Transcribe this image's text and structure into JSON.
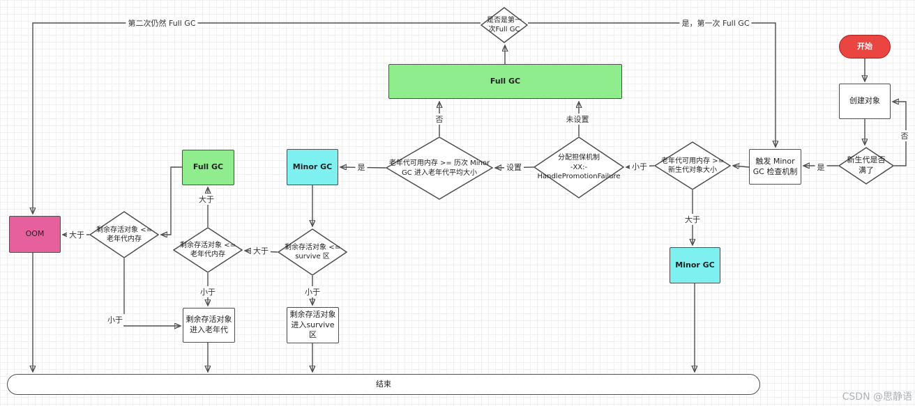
{
  "watermark": "CSDN @思静语",
  "colors": {
    "start_fill": "#ea4540",
    "full_gc_fill": "#90ed8e",
    "minor_gc_fill": "#7ef0f0",
    "oom_fill": "#e7609e",
    "connector_line": "#4d4d4d"
  },
  "nodes": {
    "start": {
      "label": "开始"
    },
    "create_object": {
      "label": "创建对象"
    },
    "young_gen_full": {
      "label": "新生代是否\n满了"
    },
    "trigger_minor": {
      "label": "触发 Minor\nGC 检查机制"
    },
    "old_mem_gte_young": {
      "label": "老年代可用内存 >=\n新生代对象大小"
    },
    "promotion_guarantee": {
      "label": "分配担保机制\n-XX:-\nHandlePromotionFailure"
    },
    "old_mem_gte_avg": {
      "label": "老年代可用内存 >=  历次 Minor\nGC 进入老年代平均大小"
    },
    "minor_gc_left": {
      "label": "Minor GC"
    },
    "full_gc_left": {
      "label": "Full GC"
    },
    "full_gc_main": {
      "label": "Full GC"
    },
    "is_first_full_gc": {
      "label": "是否是第一\n次Full GC"
    },
    "oom": {
      "label": "OOM"
    },
    "remain_lte_old_a": {
      "label": "剩余存活对象 <=\n老年代内存"
    },
    "remain_lte_old_b": {
      "label": "剩余存活对象 <=\n老年代内存"
    },
    "remain_lte_survive": {
      "label": "剩余存活对象 <=\nsurvive 区"
    },
    "enter_old": {
      "label": "剩余存活对象\n进入老年代"
    },
    "enter_survive": {
      "label": "剩余存活对象\n进入survive\n区"
    },
    "minor_gc_right": {
      "label": "Minor GC"
    },
    "end": {
      "label": "结束"
    }
  },
  "edge_labels": {
    "second_full_gc": "第二次仍然 Full GC",
    "yes_first_full_gc": "是，第一次 Full GC",
    "no_to_full_gc": "否",
    "not_set": "未设置",
    "set": "设置",
    "lt_to_guarantee": "小于",
    "yes_to_minor_gc": "是",
    "yes_to_trigger": "是",
    "no_young_not_full": "否",
    "gt_to_minor_right": "大于",
    "gt_to_full_gc_left": "大于",
    "gt_survive_to_old": "大于",
    "gt_to_oom": "大于",
    "lt_to_enter_old_left": "小于",
    "lt_to_enter_old": "小于",
    "lt_to_enter_survive": "小于"
  }
}
